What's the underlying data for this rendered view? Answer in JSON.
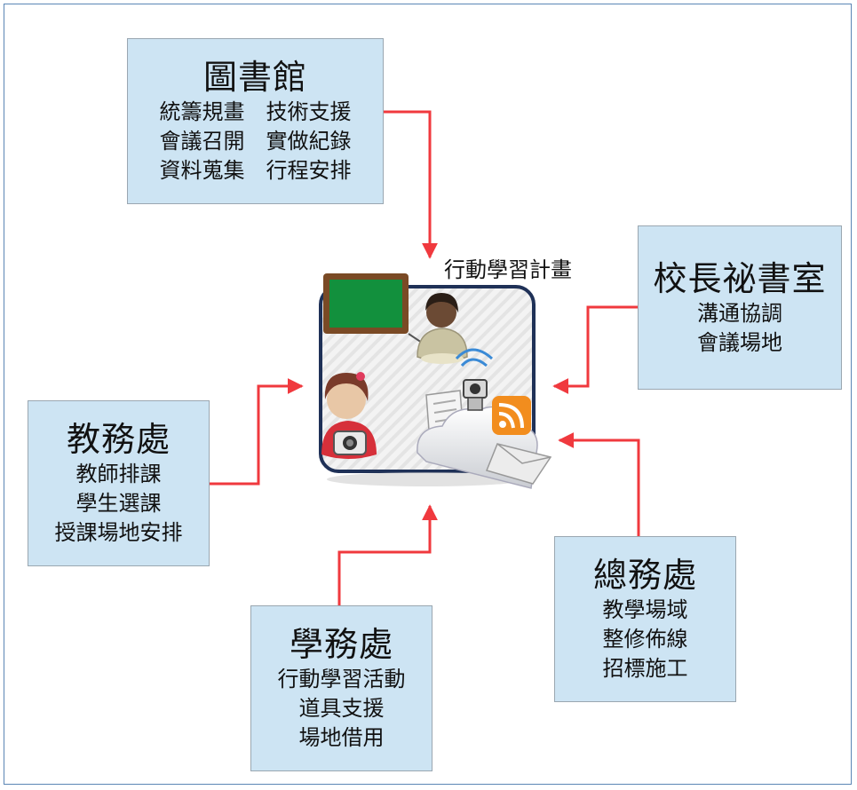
{
  "center": {
    "label": "行動學習計畫"
  },
  "library": {
    "title": "圖書館",
    "items": [
      "統籌規畫",
      "技術支援",
      "會議召開",
      "實做紀錄",
      "資料蒐集",
      "行程安排"
    ]
  },
  "principal_office": {
    "title": "校長祕書室",
    "items": [
      "溝通協調",
      "會議場地"
    ]
  },
  "academic_affairs": {
    "title": "教務處",
    "items": [
      "教師排課",
      "學生選課",
      "授課場地安排"
    ]
  },
  "student_affairs": {
    "title": "學務處",
    "items": [
      "行動學習活動",
      "道具支援",
      "場地借用"
    ]
  },
  "general_affairs": {
    "title": "總務處",
    "items": [
      "教學場域",
      "整修佈線",
      "招標施工"
    ]
  },
  "colors": {
    "box_fill": "#cde4f3",
    "arrow": "#f0393e",
    "frame": "#5b86b5",
    "center_border": "#1f3157"
  }
}
